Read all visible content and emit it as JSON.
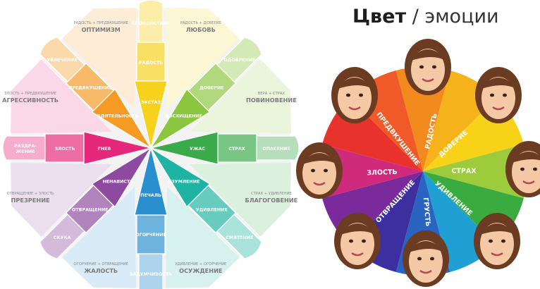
{
  "title": {
    "bold": "Цвет",
    "sep": " / ",
    "rest": "эмоции"
  },
  "plutchik": {
    "petals": [
      {
        "key": "joy",
        "color": "#f6d21c",
        "inner": "ЭКСТАЗ",
        "mid": "РАДОСТЬ",
        "outer": "СПОКОЙСТВИЕ"
      },
      {
        "key": "trust",
        "color": "#8cc63e",
        "inner": "ВОСХИЩЕНИЕ",
        "mid": "ДОВЕРИЕ",
        "outer": "ОДОБРЕНИЕ"
      },
      {
        "key": "fear",
        "color": "#3aaa4a",
        "inner": "УЖАС",
        "mid": "СТРАХ",
        "outer": "ОПАСЕНИЕ"
      },
      {
        "key": "surprise",
        "color": "#1fb3a3",
        "inner": "ИЗУМЛЕНИЕ",
        "mid": "УДИВЛЕНИЕ",
        "outer": "СМЯТЕНИЕ"
      },
      {
        "key": "sadness",
        "color": "#2a8fcf",
        "inner": "ПЕЧАЛЬ",
        "mid": "ОГОРЧЕНИЕ",
        "outer": "ЗАДУМЧИВОСТЬ"
      },
      {
        "key": "disgust",
        "color": "#8e4aa0",
        "inner": "НЕНАВИСТЬ",
        "mid": "ОТВРАЩЕНИЕ",
        "outer": "СКУКА"
      },
      {
        "key": "anger",
        "color": "#e6287a",
        "inner": "ГНЕВ",
        "mid": "ЗЛОСТЬ",
        "outer": "РАЗДРА-\nЖЕНИЕ"
      },
      {
        "key": "anticipation",
        "color": "#f59a23",
        "inner": "БДИТЕЛЬНОСТЬ",
        "mid": "ПРЕДВКУШЕНИЕ",
        "outer": "УВЛЕЧЕНИЕ"
      }
    ],
    "dyads": [
      {
        "small": "РАДОСТЬ + ДОВЕРИЕ",
        "big": "ЛЮБОВЬ"
      },
      {
        "small": "ВЕРА + СТРАХ",
        "big": "ПОВИНОВЕНИЕ"
      },
      {
        "small": "СТРАХ + УДИВЛЕНИЕ",
        "big": "БЛАГОГОВЕНИЕ"
      },
      {
        "small": "УДИВЛЕНИЕ + ОГОРЧЕНИЕ",
        "big": "ОСУЖДЕНИЕ"
      },
      {
        "small": "ОГОРЧЕНИЕ + ОТВРАЩЕНИЕ",
        "big": "ЖАЛОСТЬ"
      },
      {
        "small": "ОТВРАЩЕНИЕ + ЗЛОСТЬ",
        "big": "ПРЕЗРЕНИЕ"
      },
      {
        "small": "ЗЛОСТЬ + ПРЕДВКУШЕНИЕ",
        "big": "АГРЕССИВНОСТЬ"
      },
      {
        "small": "РАДОСТЬ + ПРЕДВКУШЕНИЕ",
        "big": "ОПТИМИЗМ"
      }
    ]
  },
  "colorwheel": {
    "segments": [
      {
        "color": "#f28a1e"
      },
      {
        "color": "#f6b21a"
      },
      {
        "color": "#f8d119"
      },
      {
        "color": "#9ccb3b"
      },
      {
        "color": "#3aac3f"
      },
      {
        "color": "#1f9fd4"
      },
      {
        "color": "#2b63c1"
      },
      {
        "color": "#3d2f9f"
      },
      {
        "color": "#7a2a9a"
      },
      {
        "color": "#cf2a7c"
      },
      {
        "color": "#e8332c"
      },
      {
        "color": "#ef5a28"
      }
    ],
    "labels": [
      {
        "text": "РАДОСТЬ"
      },
      {
        "text": "ДОВЕРИЕ"
      },
      {
        "text": "СТРАХ"
      },
      {
        "text": "УДИВЛЕНИЕ"
      },
      {
        "text": "ГРУСТЬ"
      },
      {
        "text": "ОТВРАЩЕНИЕ"
      },
      {
        "text": "ЗЛОСТЬ"
      },
      {
        "text": "ПРЕДВКУШЕНИЕ"
      }
    ],
    "face_icon": "face-icon"
  }
}
